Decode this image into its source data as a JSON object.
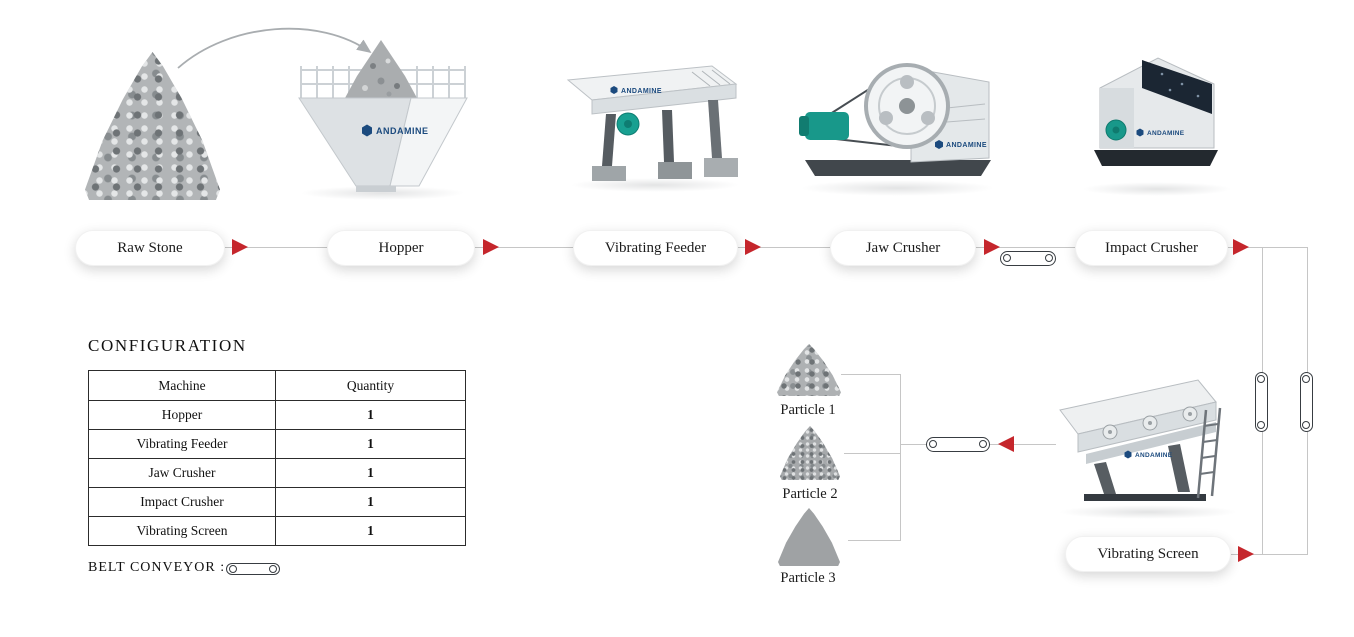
{
  "brand": {
    "name": "ANDAMINE"
  },
  "flow": {
    "stages": [
      {
        "label": "Raw Stone"
      },
      {
        "label": "Hopper"
      },
      {
        "label": "Vibrating Feeder"
      },
      {
        "label": "Jaw Crusher"
      },
      {
        "label": "Impact Crusher"
      },
      {
        "label": "Vibrating Screen"
      }
    ]
  },
  "particles": {
    "items": [
      {
        "label": "Particle 1"
      },
      {
        "label": "Particle 2"
      },
      {
        "label": "Particle 3"
      }
    ]
  },
  "configuration": {
    "title": "CONFIGURATION",
    "columns": [
      "Machine",
      "Quantity"
    ],
    "rows": [
      {
        "machine": "Hopper",
        "quantity": "1"
      },
      {
        "machine": "Vibrating Feeder",
        "quantity": "1"
      },
      {
        "machine": "Jaw Crusher",
        "quantity": "1"
      },
      {
        "machine": "Impact Crusher",
        "quantity": "1"
      },
      {
        "machine": "Vibrating Screen",
        "quantity": "1"
      }
    ]
  },
  "legend": {
    "belt_conveyor": "BELT CONVEYOR :"
  },
  "colors": {
    "arrow_red": "#c5262c",
    "brand_blue": "#1b4a7e",
    "motor_teal": "#18988a",
    "machine_gray": "#e6e9eb",
    "line_gray": "#c6c6c6"
  }
}
